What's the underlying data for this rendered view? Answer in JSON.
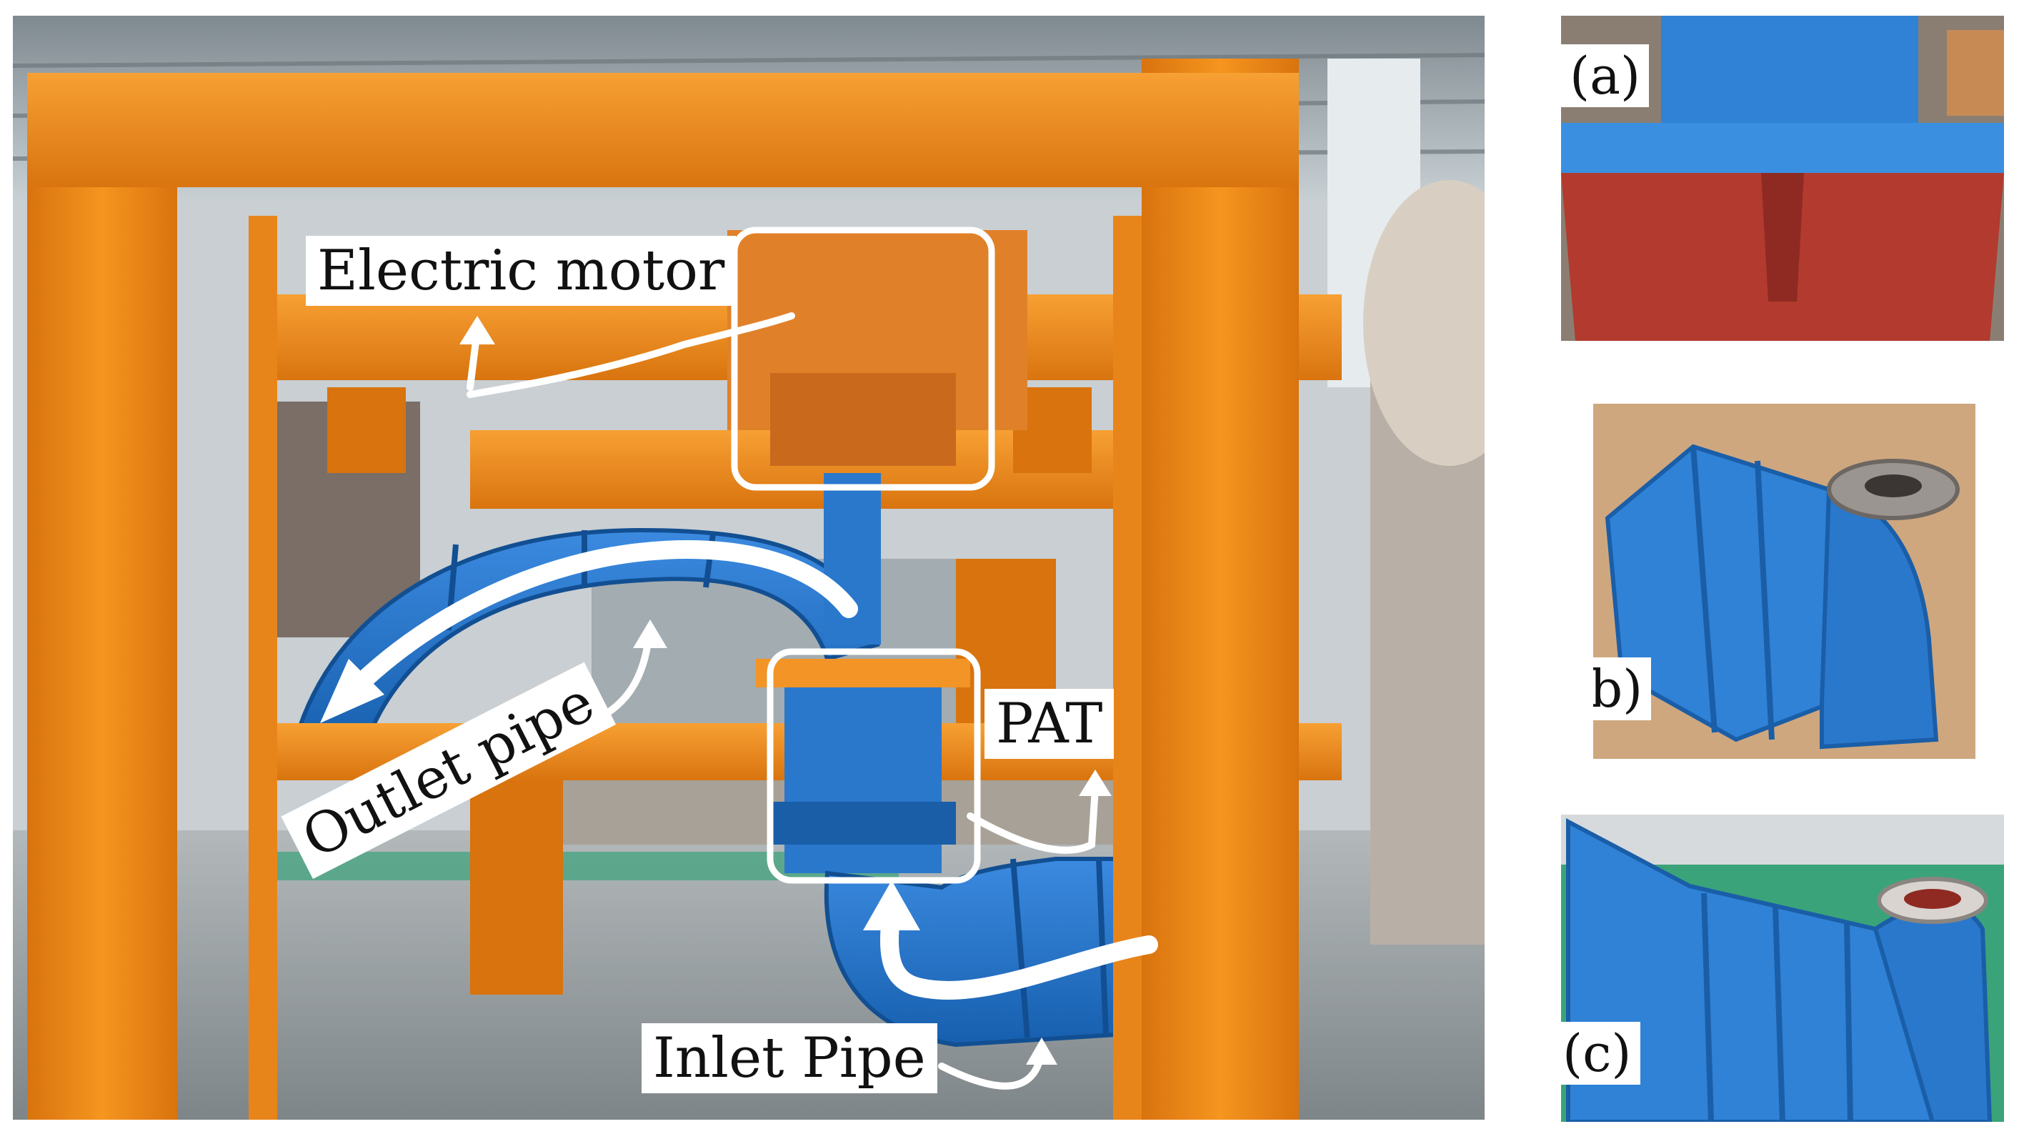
{
  "figure": {
    "main_photo": {
      "labels": {
        "electric_motor": "Electric motor",
        "outlet_pipe": "Outlet pipe",
        "pat": "PAT",
        "inlet_pipe": "Inlet Pipe"
      }
    },
    "sub_photos": [
      {
        "id": "a",
        "label": "(a)"
      },
      {
        "id": "b",
        "label": "(b)"
      },
      {
        "id": "c",
        "label": "(c)"
      }
    ]
  },
  "colors": {
    "frame_orange": "#f08a1c",
    "pipe_blue": "#1f6fc4",
    "interior_red": "#b23a2e",
    "floor_grey": "#9aa3a6",
    "wall_grey": "#c9cfd3",
    "floor_green": "#3aa37a",
    "callout_white": "#ffffff"
  },
  "icons": {
    "motor_highlight": "rounded-rectangle-outline",
    "pat_highlight": "rounded-rectangle-outline",
    "flow_arrows": "curved-white-arrow"
  }
}
